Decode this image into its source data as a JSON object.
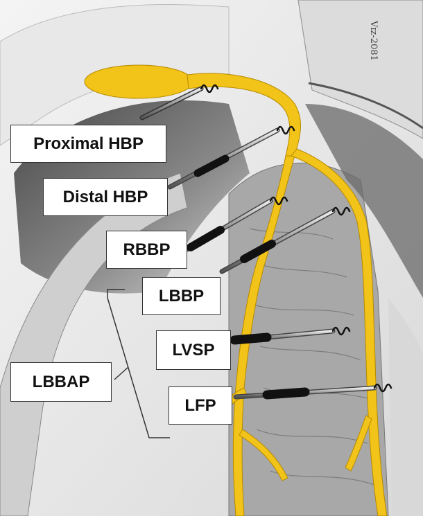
{
  "labels": {
    "proximal_hbp": "Proximal HBP",
    "distal_hbp": "Distal HBP",
    "rbbp": "RBBP",
    "lbbp": "LBBP",
    "lvsp": "LVSP",
    "lfp": "LFP",
    "lbbap": "LBBAP"
  },
  "signature": "Vɪz-2081",
  "colors": {
    "conduction_system": "#f2c318",
    "label_border": "#333333",
    "background": "#ffffff"
  }
}
